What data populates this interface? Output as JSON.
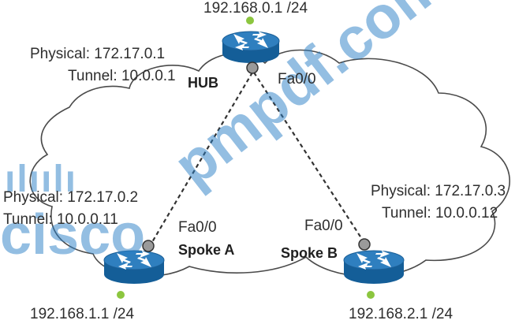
{
  "hub": {
    "lan": "192.168.0.1 /24",
    "physical": "Physical: 172.17.0.1",
    "tunnel": "Tunnel: 10.0.0.1",
    "name": "HUB",
    "interface": "Fa0/0"
  },
  "spoke_a": {
    "physical": "Physical: 172.17.0.2",
    "tunnel": "Tunnel: 10.0.0.11",
    "interface": "Fa0/0",
    "name": "Spoke A",
    "lan": "192.168.1.1 /24"
  },
  "spoke_b": {
    "physical": "Physical: 172.17.0.3",
    "tunnel": "Tunnel: 10.0.0.12",
    "interface": "Fa0/0",
    "name": "Spoke B",
    "lan": "192.168.2.1 /24"
  },
  "watermark": {
    "site": "pmpdf.com",
    "logo_bars": "ılıılı",
    "logo_word": "cisco"
  },
  "colors": {
    "router_top": "#2f7fbf",
    "router_side": "#145e98",
    "lan_dot": "#8cc63f",
    "interface_dot": "#9a9a9a",
    "cloud_line": "#4a4a4a",
    "watermark": "#2a7fc6"
  },
  "icons": {
    "router": "router-icon",
    "cloud": "wan-cloud"
  }
}
